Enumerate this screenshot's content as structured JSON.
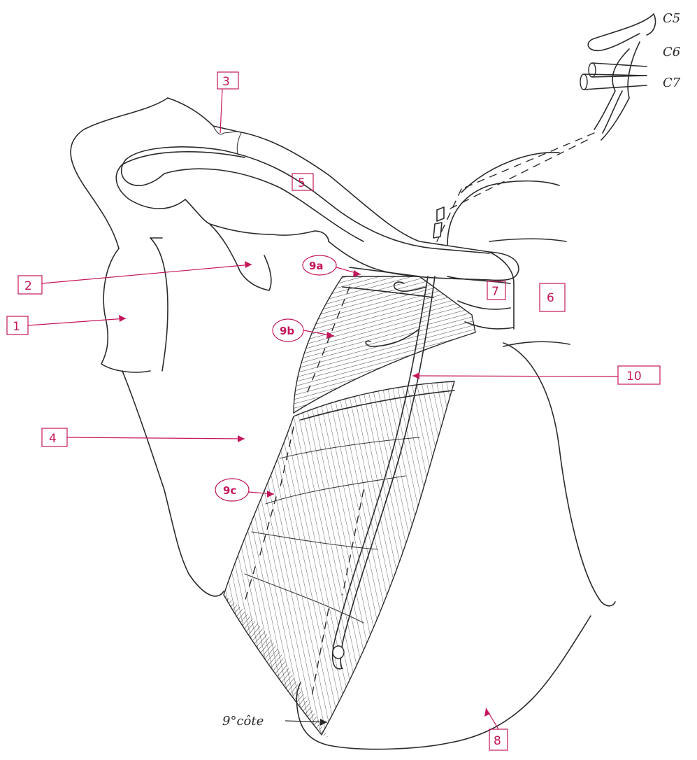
{
  "labels": {
    "l1": "1",
    "l2": "2",
    "l3": "3",
    "l4": "4",
    "l5": "5",
    "l6": "6",
    "l7": "7",
    "l8": "8",
    "l9a": "9a",
    "l9b": "9b",
    "l9c": "9c",
    "l10": "10"
  },
  "nerve_roots": [
    "C5",
    "C6",
    "C7"
  ],
  "rib_note": "9°côte",
  "colors": {
    "ink": "#2b2b2b",
    "label": "#c4175b",
    "paper": "#ffffff"
  }
}
